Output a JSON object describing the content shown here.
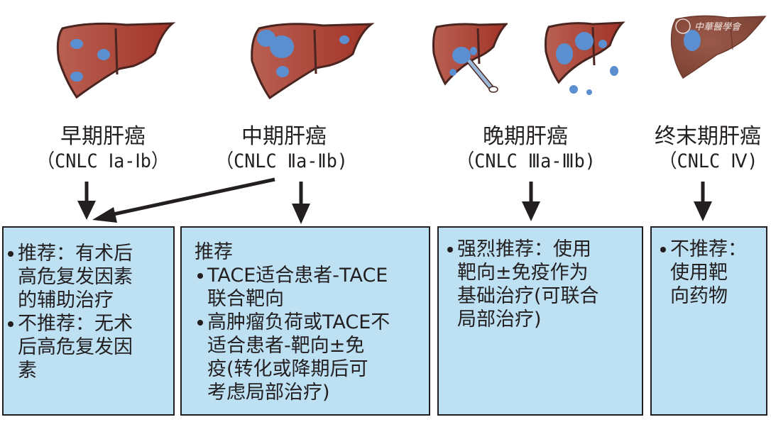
{
  "stages": [
    {
      "title": "早期肝癌",
      "code": "（CNLC Ⅰa-Ⅰb）",
      "recommendation_lines": [
        {
          "text": "推荐：有术后",
          "bullet": true
        },
        {
          "text": "高危复发因素",
          "bullet": false
        },
        {
          "text": "的辅助治疗",
          "bullet": false
        },
        {
          "text": "不推荐：无术",
          "bullet": true
        },
        {
          "text": "后高危复发因",
          "bullet": false
        },
        {
          "text": "素",
          "bullet": false
        }
      ]
    },
    {
      "title": "中期肝癌",
      "code": "（CNLC Ⅱa-Ⅱb)",
      "recommendation_lines": [
        {
          "text": "推荐",
          "bullet": false
        },
        {
          "text": "TACE适合患者-TACE",
          "bullet": true
        },
        {
          "text": "联合靶向",
          "bullet": false
        },
        {
          "text": "高肿瘤负荷或TACE不",
          "bullet": true
        },
        {
          "text": "适合患者-靶向±免",
          "bullet": false
        },
        {
          "text": "疫(转化或降期后可",
          "bullet": false
        },
        {
          "text": "考虑局部治疗)",
          "bullet": false
        }
      ]
    },
    {
      "title": "晚期肝癌",
      "code": "（CNLC Ⅲa-Ⅲb)",
      "recommendation_lines": [
        {
          "text": "强烈推荐：使用",
          "bullet": true
        },
        {
          "text": "靶向±免疫作为",
          "bullet": false
        },
        {
          "text": "基础治疗(可联合",
          "bullet": false
        },
        {
          "text": "局部治疗)",
          "bullet": false
        }
      ]
    },
    {
      "title": "终末期肝癌",
      "code": "（CNLC Ⅳ)",
      "recommendation_lines": [
        {
          "text": "不推荐：",
          "bullet": true
        },
        {
          "text": "使用靶",
          "bullet": false
        },
        {
          "text": "向药物",
          "bullet": false
        }
      ]
    }
  ],
  "watermark": "中華醫學會",
  "colors": {
    "box_fill": "#bde0f3",
    "liver": "#a8443a",
    "tumor": "#5b8fd0",
    "text": "#231f20"
  }
}
